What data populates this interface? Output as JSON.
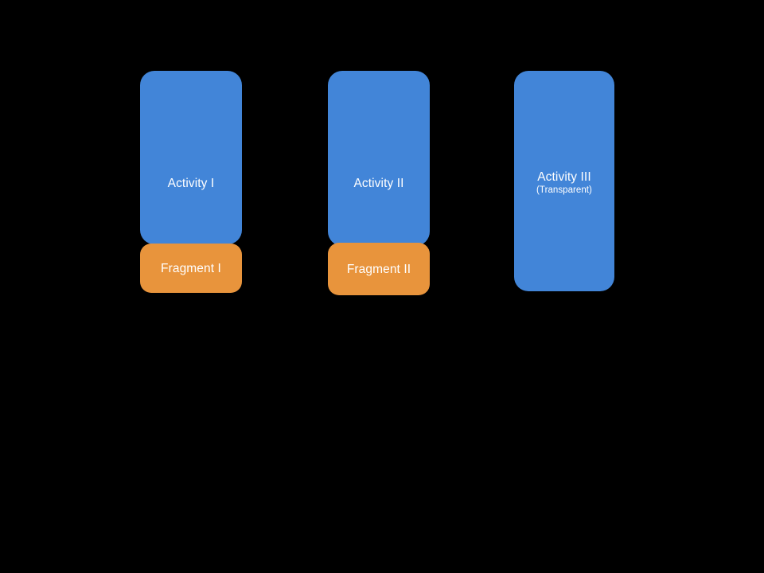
{
  "diagram": {
    "background_color": "#000000",
    "activity_color": "#4285d8",
    "fragment_color": "#e8943c",
    "text_color": "#ffffff",
    "columns": [
      {
        "activity_label": "Activity I",
        "activity_sublabel": "",
        "fragment_label": "Fragment I"
      },
      {
        "activity_label": "Activity II",
        "activity_sublabel": "",
        "fragment_label": "Fragment II"
      },
      {
        "activity_label": "Activity III",
        "activity_sublabel": "(Transparent)",
        "fragment_label": ""
      }
    ]
  }
}
